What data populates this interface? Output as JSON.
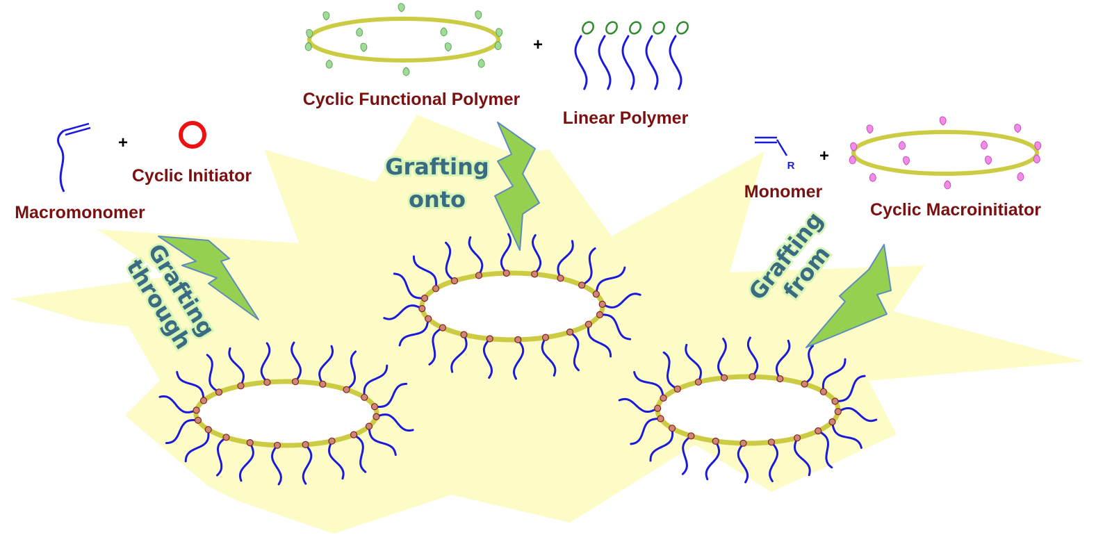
{
  "labels": {
    "cyclic_functional_polymer": "Cyclic Functional Polymer",
    "linear_polymer": "Linear Polymer",
    "macromonomer": "Macromonomer",
    "cyclic_initiator": "Cyclic Initiator",
    "monomer": "Monomer",
    "cyclic_macroinitiator": "Cyclic Macroinitiator",
    "r_group": "R"
  },
  "operators": {
    "plus": "+"
  },
  "methods": {
    "through": [
      "Grafting",
      "through"
    ],
    "onto": [
      "Grafting",
      "onto"
    ],
    "from": [
      "Grafting",
      "from"
    ]
  },
  "colors": {
    "label_text": "#7a1010",
    "method_text": "#3a6b82",
    "method_glow": "#d8f5b8",
    "ring": "#cccc44",
    "chain": "#1a1adc",
    "bead": "#c98878",
    "bead_stroke": "#8a2020",
    "initiator_ring": "#ee1111",
    "green_group": "#9fdc96",
    "pink_group": "#f28ae8",
    "bolt_fill": "#96d050",
    "bolt_stroke": "#5c8cbc",
    "burst": "#fdfcc6"
  },
  "icons": {
    "reaction_bolt": "lightning-bolt-icon",
    "cyclic_initiator": "red-ring-icon",
    "vinyl_group": "double-bond-icon"
  }
}
